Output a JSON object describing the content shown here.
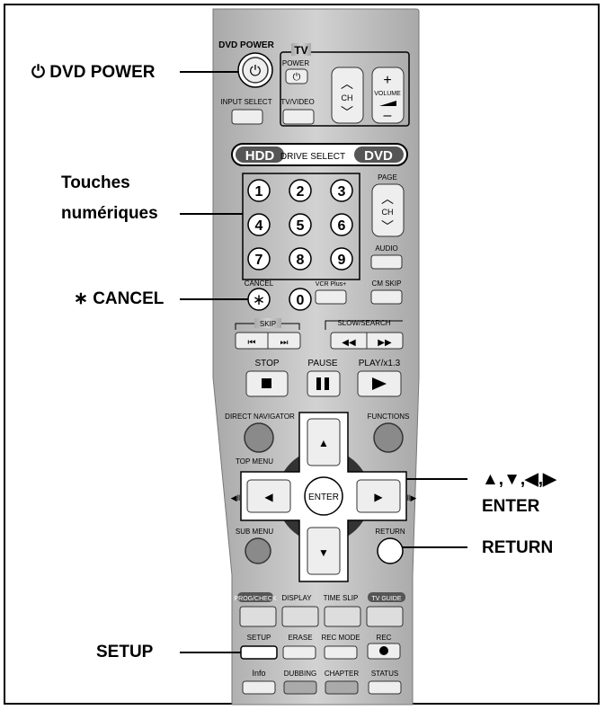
{
  "callouts": {
    "dvd_power": "⏻ DVD POWER",
    "numeric_line1": "Touches",
    "numeric_line2": "numériques",
    "cancel": "∗ CANCEL",
    "arrows": "▲,▼,◀,▶",
    "enter": "ENTER",
    "return": "RETURN",
    "setup": "SETUP"
  },
  "remote": {
    "dvd_power_label": "DVD POWER",
    "tv_label": "TV",
    "tv_power_label": "POWER",
    "power_symbol": "⏻",
    "ch_label": "CH",
    "volume_label": "VOLUME",
    "input_select_label": "INPUT SELECT",
    "tv_video_label": "TV/VIDEO",
    "hdd_label": "HDD",
    "drive_select_label": "DRIVE SELECT",
    "dvd_label": "DVD",
    "page_label": "PAGE",
    "page_ch_label": "CH",
    "digits": [
      "1",
      "2",
      "3",
      "4",
      "5",
      "6",
      "7",
      "8",
      "9",
      "0"
    ],
    "audio_label": "AUDIO",
    "cancel_label": "CANCEL",
    "cancel_symbol": "∗",
    "vcr_plus_label": "VCR Plus+",
    "cm_skip_label": "CM SKIP",
    "skip_label": "SKIP",
    "slow_search_label": "SLOW/SEARCH",
    "stop_label": "STOP",
    "pause_label": "PAUSE",
    "play_label": "PLAY/x1.3",
    "direct_navigator_label": "DIRECT NAVIGATOR",
    "functions_label": "FUNCTIONS",
    "top_menu_label": "TOP MENU",
    "enter_label": "ENTER",
    "sub_menu_label": "SUB MENU",
    "return_label": "RETURN",
    "prog_check_label": "PROG/CHECK",
    "display_label": "DISPLAY",
    "time_slip_label": "TIME SLIP",
    "tv_guide_label": "TV GUIDE",
    "setup_label": "SETUP",
    "erase_label": "ERASE",
    "rec_mode_label": "REC MODE",
    "rec_label": "REC",
    "info_label": "Info",
    "dubbing_label": "DUBBING",
    "chapter_label": "CHAPTER",
    "status_label": "STATUS"
  },
  "colors": {
    "remote_body": "#c8c8c8",
    "button_fill": "#efefef",
    "dark_panel": "#555555",
    "line": "#000000"
  }
}
